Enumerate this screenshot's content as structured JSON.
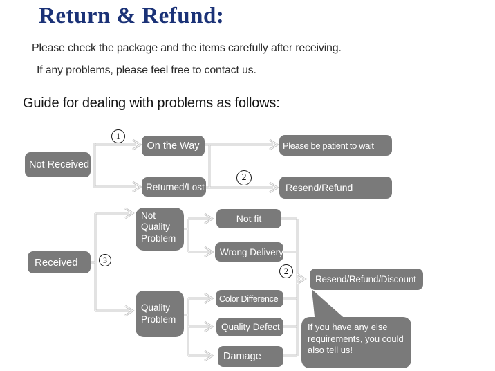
{
  "header": {
    "title": "Return & Refund:",
    "intro_line_1": "Please check the package and the items carefully after receiving.",
    "intro_line_2": "If any problems, please feel free to contact us.",
    "guide_heading": "Guide for dealing with problems as follows:"
  },
  "colors": {
    "title_blue": "#1b3277",
    "node_gray": "#7a7a7a",
    "connector_gray": "#c6c6c6",
    "node_text": "#ffffff",
    "body_text": "#2b2b2b"
  },
  "flow": {
    "badges": {
      "step1": "1",
      "step2_top": "2",
      "step3": "3",
      "step2_bottom": "2"
    },
    "nodes": {
      "not_received": "Not Received",
      "on_the_way": "On the Way",
      "please_be_patient": "Please be patient to wait",
      "returned_lost": "Returned/Lost",
      "resend_refund": "Resend/Refund",
      "received": "Received",
      "not_quality_problem": "Not Quality Problem",
      "quality_problem": "Quality Problem",
      "not_fit": "Not fit",
      "wrong_delivery": "Wrong Delivery",
      "color_difference": "Color Difference",
      "quality_defect": "Quality Defect",
      "damage": "Damage",
      "resend_refund_discount": "Resend/Refund/Discount",
      "bubble_note": "If you have any else requirements, you could also tell us!"
    }
  }
}
